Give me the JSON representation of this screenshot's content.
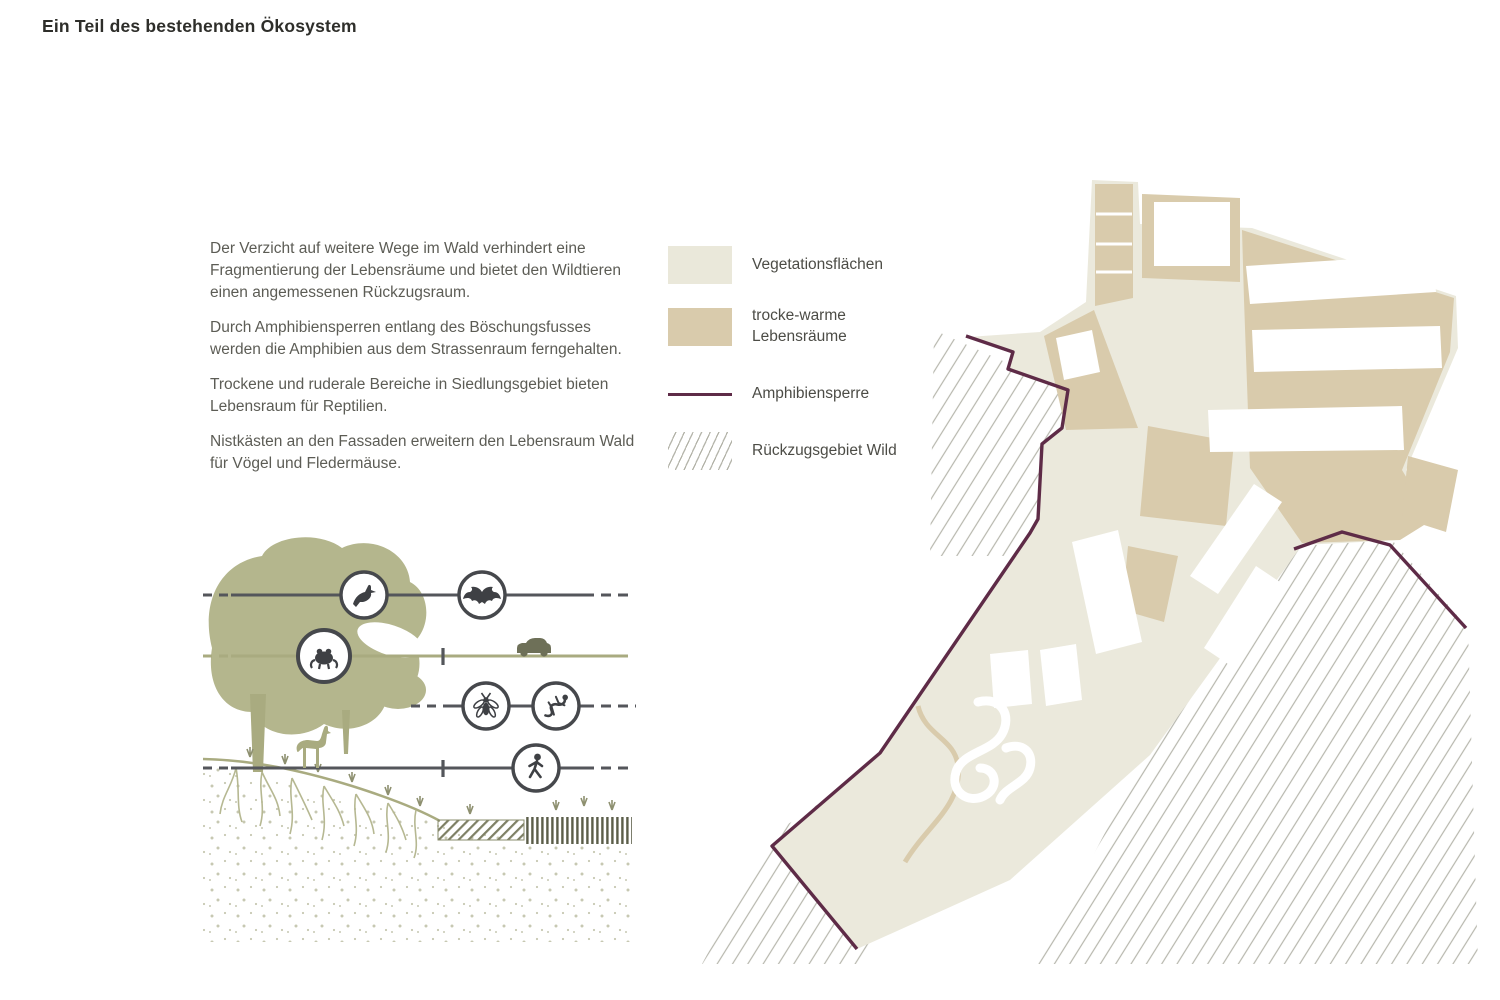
{
  "title": "Ein Teil des bestehenden Ökosystem",
  "description": {
    "paragraphs": [
      "Der Verzicht auf weitere Wege im Wald verhindert eine Fragmentierung der Lebensräume und bietet den Wildtieren einen angemessenen Rückzugsraum.",
      "Durch Amphibiensperren entlang des Böschungsfusses werden die Amphibien aus dem Strassenraum ferngehalten.",
      "Trockene und ruderale Bereiche in Siedlungsgebiet bieten Lebensraum für Reptilien.",
      "Nistkästen an den Fassaden erweitern den Lebensraum Wald für Vögel und Fledermäuse."
    ]
  },
  "legend": {
    "items": [
      {
        "label": "Vegetationsflächen",
        "swatch": "area",
        "color": "#eae8da"
      },
      {
        "label": "trocke-warme Lebensräume",
        "swatch": "area",
        "color": "#d9cbac"
      },
      {
        "label": "Amphibiensperre",
        "swatch": "line",
        "color": "#5e2b47"
      },
      {
        "label": "Rückzugsgebiet Wild",
        "swatch": "hatch",
        "color": "#b4b4aa"
      }
    ]
  },
  "illustration": {
    "icons": [
      "tree-icon",
      "crow-icon",
      "bat-icon",
      "frog-icon",
      "fly-icon",
      "lizard-icon",
      "pedestrian-icon",
      "car-icon",
      "deer-icon"
    ]
  },
  "map": {
    "features": [
      "vegetation-area",
      "dry-warm-habitat-area",
      "building-footprints",
      "amphibian-barrier-line",
      "wildlife-retreat-hatch"
    ]
  },
  "colors": {
    "vegetation": "#ebe9dc",
    "dry_warm": "#d9cbac",
    "barrier": "#5e2b47",
    "hatch_lines": "#b7b7ad",
    "olive": "#b4b68d",
    "dark_line": "#54565b",
    "body_text": "#5c5c55",
    "title_text": "#2e2e2a"
  }
}
